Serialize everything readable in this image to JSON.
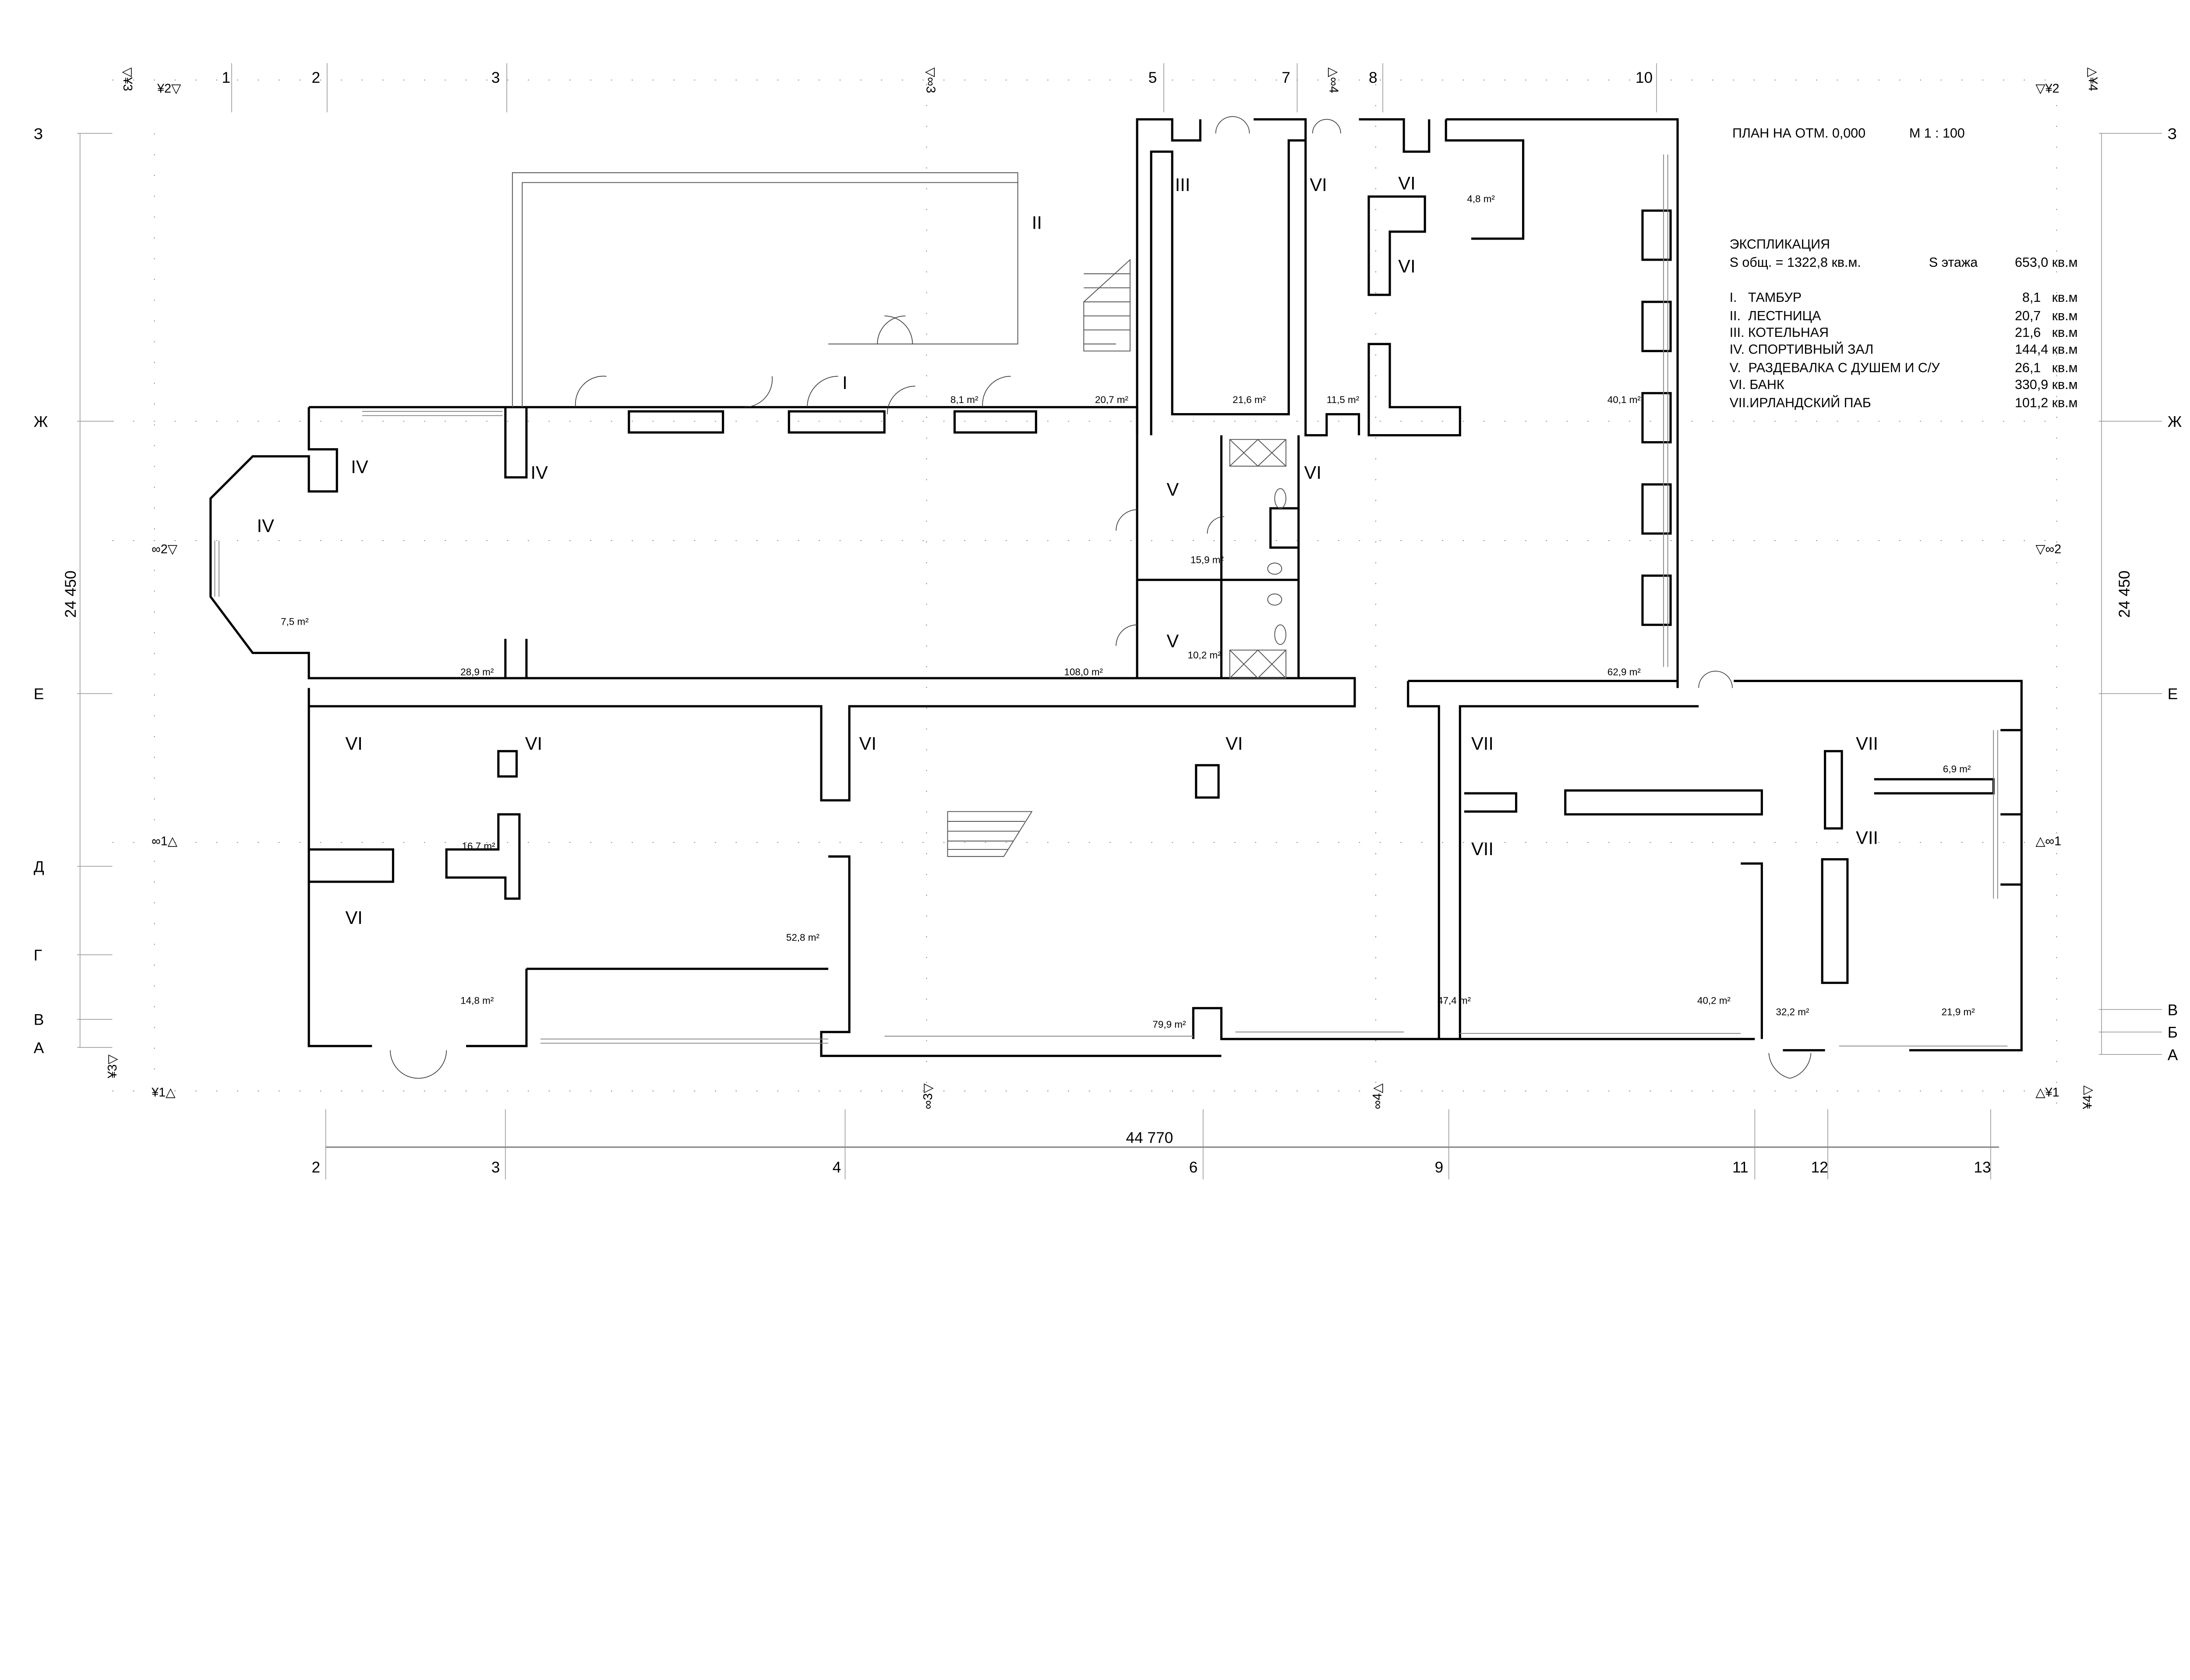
{
  "header": {
    "title": "ПЛАН НА ОТМ. 0,000",
    "scale": "М 1 : 100"
  },
  "explication": {
    "heading": "ЭКСПЛИКАЦИЯ",
    "total_area": "S общ. = 1322,8 кв.м.",
    "floor_area_label": "S этажа",
    "floor_area_value": "653,0 кв.м",
    "items": [
      {
        "label": "I.   ТАМБУР",
        "value": "8,1   кв.м"
      },
      {
        "label": "II.  ЛЕСТНИЦА",
        "value": "20,7   кв.м"
      },
      {
        "label": "III. КОТЕЛЬНАЯ",
        "value": "21,6   кв.м"
      },
      {
        "label": "IV. СПОРТИВНЫЙ ЗАЛ",
        "value": "144,4 кв.м"
      },
      {
        "label": "V.  РАЗДЕВАЛКА С ДУШЕМ И С/У",
        "value": "26,1   кв.м"
      },
      {
        "label": "VI. БАНК",
        "value": "330,9 кв.м"
      },
      {
        "label": "VII.ИРЛАНДСКИЙ ПАБ",
        "value": "101,2 кв.м"
      }
    ]
  },
  "axes": {
    "top": [
      "1",
      "2",
      "3",
      "5",
      "7",
      "8",
      "10"
    ],
    "bottom": [
      "2",
      "3",
      "4",
      "6",
      "9",
      "11",
      "12",
      "13"
    ],
    "left": [
      "З",
      "Ж",
      "Е",
      "Д",
      "Г",
      "В",
      "А"
    ],
    "right": [
      "З",
      "Ж",
      "Е",
      "В",
      "Б",
      "А"
    ],
    "markers": [
      "▽¥3",
      "¥2▽",
      "▽∞3",
      "△∞4",
      "▽¥2",
      "△¥4",
      "∞2▽",
      "▽∞2",
      "∞1△",
      "△∞1",
      "¥3▽",
      "¥1△",
      "∞3▽",
      "∞4△",
      "△¥1",
      "¥4▽"
    ]
  },
  "dimensions": {
    "width": "44 770",
    "height_left": "24 450",
    "height_right": "24 450"
  },
  "rooms": {
    "labels": [
      "III",
      "VI",
      "VI",
      "VI",
      "II",
      "I",
      "IV",
      "IV",
      "IV",
      "V",
      "VI",
      "V",
      "VI",
      "VI",
      "VI",
      "VI",
      "VII",
      "VII",
      "VII",
      "VII",
      "VI"
    ],
    "areas": [
      "4,8 m²",
      "8,1 m²",
      "20,7 m²",
      "21,6 m²",
      "11,5 m²",
      "40,1 m²",
      "15,9 m²",
      "7,5 m²",
      "28,9 m²",
      "108,0 m²",
      "10,2 m²",
      "62,9 m²",
      "6,9 m²",
      "16,7 m²",
      "52,8 m²",
      "14,8 m²",
      "79,9 m²",
      "47,4 m²",
      "40,2 m²",
      "32,2 m²",
      "21,9 m²"
    ]
  }
}
